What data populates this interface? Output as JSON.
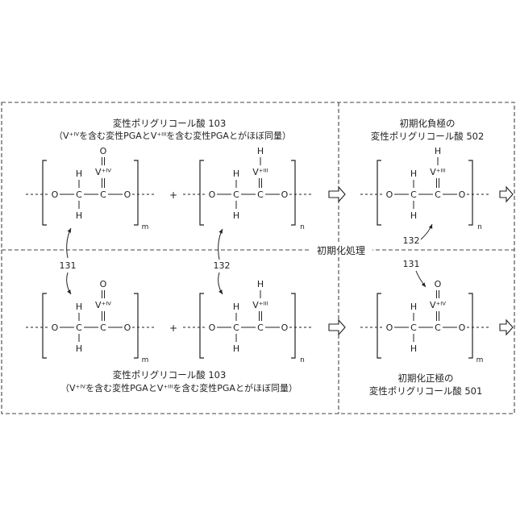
{
  "top_left": {
    "title": "変性ポリグリコール酸 103",
    "subtitle": "（V⁺ᴵⱽを含む変性PGAとV⁺ᴵᴵᴵを含む変性PGAとがほぼ同量）"
  },
  "top_right": {
    "title_line1": "初期化負極の",
    "title_line2": "変性ポリグリコール酸 502"
  },
  "bottom_left": {
    "title": "変性ポリグリコール酸 103",
    "subtitle": "（V⁺ᴵⱽを含む変性PGAとV⁺ᴵᴵᴵを含む変性PGAとがほぼ同量）"
  },
  "bottom_right": {
    "title_line1": "初期化正極の",
    "title_line2": "変性ポリグリコール酸 501"
  },
  "process_label": "初期化処理",
  "callouts": {
    "c131": "131",
    "c132": "132"
  },
  "atoms": {
    "O": "O",
    "C": "C",
    "H": "H"
  },
  "vanadium": {
    "v4": "V⁺ᴵⱽ",
    "v3": "V⁺ᴵᴵᴵ"
  },
  "subscripts": {
    "m": "m",
    "n": "n"
  },
  "plus": "+"
}
